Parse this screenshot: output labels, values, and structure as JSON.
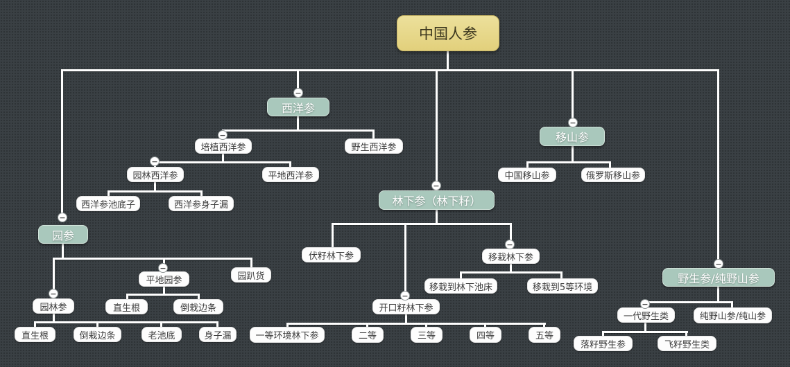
{
  "app": {
    "type": "mindmap-tree-diagram"
  },
  "colors": {
    "background": "#3a4044",
    "background_dot": "#2d3235",
    "connector": "#ffffff",
    "root_fill": "#e8d98a",
    "root_border": "#c7b566",
    "root_text": "#3c371e",
    "branch_fill": "#a9c8bc",
    "branch_text": "#ffffff",
    "leaf_fill": "#fdfdfd",
    "leaf_text": "#3d3d3d"
  },
  "icons": {
    "collapse": "−"
  },
  "tree": {
    "label": "中国人参",
    "children": [
      {
        "label": "园参",
        "children": [
          {
            "label": "园林参",
            "children": [
              {
                "label": "直生根"
              },
              {
                "label": "倒栽边条"
              },
              {
                "label": "老池底"
              },
              {
                "label": "身子漏"
              }
            ]
          },
          {
            "label": "平地园参",
            "children": [
              {
                "label": "直生根"
              },
              {
                "label": "倒栽边条"
              }
            ]
          },
          {
            "label": "园趴货"
          }
        ]
      },
      {
        "label": "西洋参",
        "children": [
          {
            "label": "培植西洋参",
            "children": [
              {
                "label": "园林西洋参",
                "children": [
                  {
                    "label": "西洋参池底子"
                  },
                  {
                    "label": "西洋参身子漏"
                  }
                ]
              },
              {
                "label": "平地西洋参"
              }
            ]
          },
          {
            "label": "野生西洋参"
          }
        ]
      },
      {
        "label": "林下参（林下籽）",
        "children": [
          {
            "label": "伏籽林下参"
          },
          {
            "label": "开口籽林下参",
            "children": [
              {
                "label": "一等环境林下参"
              },
              {
                "label": "二等"
              },
              {
                "label": "三等"
              },
              {
                "label": "四等"
              },
              {
                "label": "五等"
              }
            ]
          },
          {
            "label": "移栽林下参",
            "children": [
              {
                "label": "移栽到林下池床"
              },
              {
                "label": "移栽到5等环境"
              }
            ]
          }
        ]
      },
      {
        "label": "移山参",
        "children": [
          {
            "label": "中国移山参"
          },
          {
            "label": "俄罗斯移山参"
          }
        ]
      },
      {
        "label": "野生参/纯野山参",
        "children": [
          {
            "label": "一代野生类",
            "children": [
              {
                "label": "落籽野生参"
              },
              {
                "label": "飞籽野生类"
              }
            ]
          },
          {
            "label": "纯野山参/纯山参"
          }
        ]
      }
    ]
  }
}
